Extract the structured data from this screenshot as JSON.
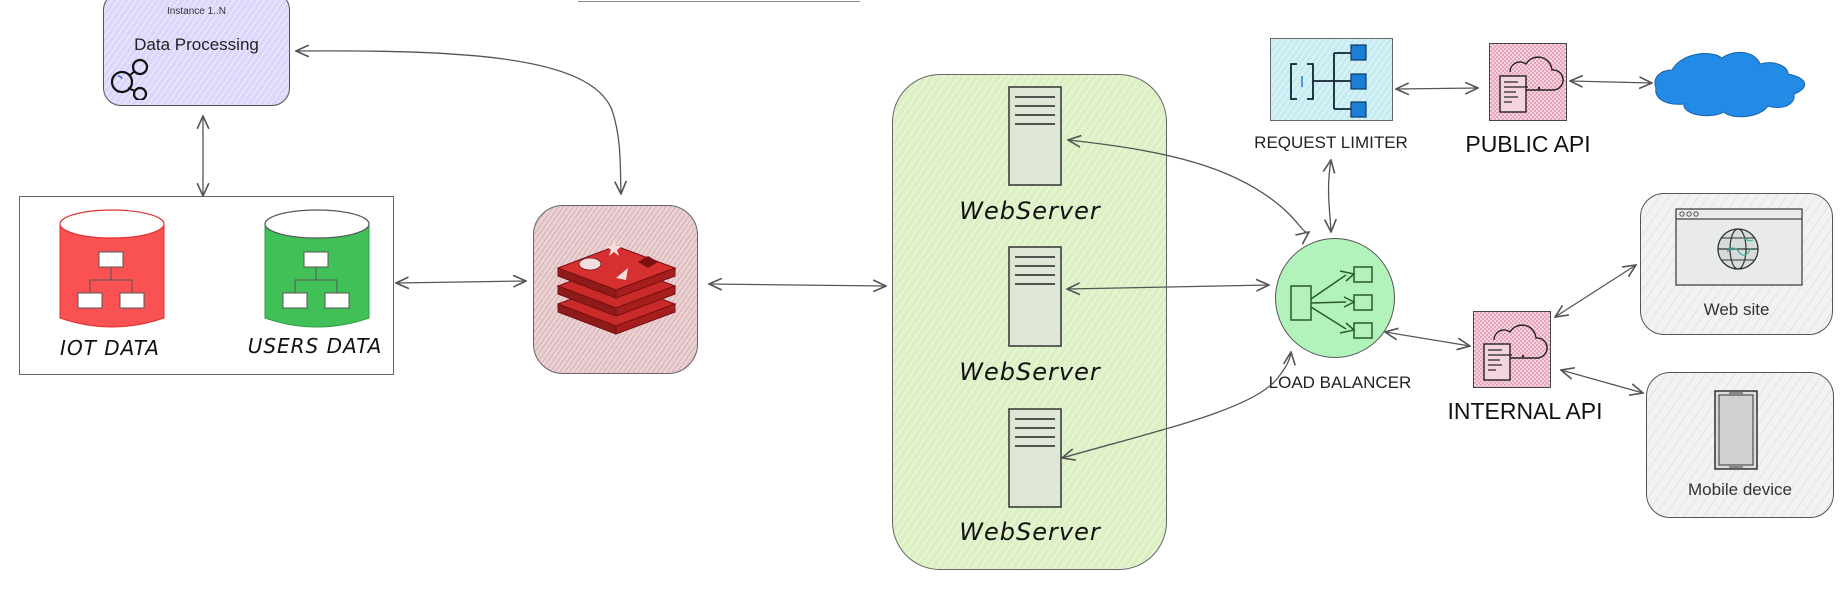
{
  "diagram": {
    "title": "System architecture",
    "nodes": {
      "data_processing": {
        "caption": "Instance 1..N",
        "label": "Data Processing",
        "icon": "cluster-nodes-icon"
      },
      "databases": {
        "items": [
          {
            "label": "IOT DATA",
            "color": "#fa5252",
            "icon": "database-icon"
          },
          {
            "label": "USERS DATA",
            "color": "#40c057",
            "icon": "database-icon"
          }
        ]
      },
      "cache": {
        "icon": "redis-icon",
        "color": "#c92a2a"
      },
      "webservers": {
        "items": [
          {
            "label": "WebServer",
            "icon": "server-icon"
          },
          {
            "label": "WebServer",
            "icon": "server-icon"
          },
          {
            "label": "WebServer",
            "icon": "server-icon"
          }
        ]
      },
      "request_limiter": {
        "label": "REQUEST LIMITER",
        "icon": "org-tree-icon"
      },
      "public_api": {
        "label": "PUBLIC API",
        "icon": "cloud-document-icon"
      },
      "internet": {
        "icon": "cloud-icon",
        "color": "#228be6"
      },
      "load_balancer": {
        "label": "LOAD BALANCER",
        "icon": "load-balancer-icon"
      },
      "internal_api": {
        "label": "INTERNAL API",
        "icon": "cloud-document-icon"
      },
      "website": {
        "label": "Web site",
        "icon": "browser-globe-icon"
      },
      "mobile": {
        "label": "Mobile device",
        "icon": "smartphone-icon"
      }
    },
    "edges": [
      {
        "from": "data_processing",
        "to": "databases",
        "bidirectional": true
      },
      {
        "from": "data_processing",
        "to": "cache",
        "bidirectional": true
      },
      {
        "from": "databases",
        "to": "cache",
        "bidirectional": true
      },
      {
        "from": "cache",
        "to": "webservers",
        "bidirectional": true
      },
      {
        "from": "load_balancer",
        "to": "webserver_1",
        "bidirectional": true
      },
      {
        "from": "load_balancer",
        "to": "webserver_2",
        "bidirectional": true
      },
      {
        "from": "load_balancer",
        "to": "webserver_3",
        "bidirectional": true
      },
      {
        "from": "load_balancer",
        "to": "request_limiter",
        "bidirectional": true
      },
      {
        "from": "request_limiter",
        "to": "public_api",
        "bidirectional": true
      },
      {
        "from": "public_api",
        "to": "internet",
        "bidirectional": true
      },
      {
        "from": "load_balancer",
        "to": "internal_api",
        "bidirectional": true
      },
      {
        "from": "internal_api",
        "to": "website",
        "bidirectional": true
      },
      {
        "from": "internal_api",
        "to": "mobile",
        "bidirectional": true
      }
    ]
  }
}
